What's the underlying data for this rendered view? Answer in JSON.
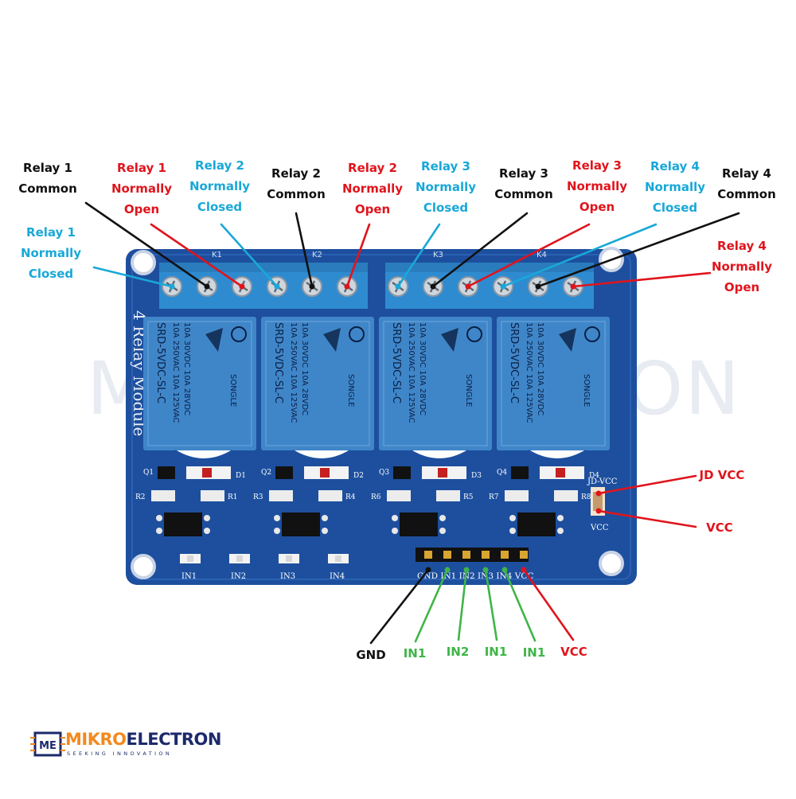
{
  "labels": {
    "relay1_common": [
      "Relay 1",
      "Common"
    ],
    "relay1_no": [
      "Relay 1",
      "Normally",
      "Open"
    ],
    "relay2_nc": [
      "Relay 2",
      "Normally",
      "Closed"
    ],
    "relay2_common": [
      "Relay 2",
      "Common"
    ],
    "relay2_no": [
      "Relay 2",
      "Normally",
      "Open"
    ],
    "relay3_nc": [
      "Relay 3",
      "Normally",
      "Closed"
    ],
    "relay3_common": [
      "Relay 3",
      "Common"
    ],
    "relay3_no": [
      "Relay 3",
      "Normally",
      "Open"
    ],
    "relay4_nc": [
      "Relay 4",
      "Normally",
      "Closed"
    ],
    "relay4_common": [
      "Relay 4",
      "Common"
    ],
    "relay1_nc": [
      "Relay 1",
      "Normally",
      "Closed"
    ],
    "relay4_no": [
      "Relay 4",
      "Normally",
      "Open"
    ],
    "jd_vcc": "JD VCC",
    "vcc_jumper": "VCC",
    "gnd": "GND",
    "in1_a": "IN1",
    "in2": "IN2",
    "in1_b": "IN1",
    "in1_c": "IN1",
    "vcc_pin": "VCC"
  },
  "board": {
    "title": "4 Relay Module",
    "terminal_labels": [
      "K1",
      "K2",
      "K3",
      "K4"
    ],
    "relay_part": "SRD-5VDC-SL-C",
    "relay_rating_1": "10A 250VAC 10A 125VAC",
    "relay_rating_2": "10A 30VDC 10A 28VDC",
    "relay_brand": "SONGLE",
    "transistor_labels": [
      "Q1",
      "Q2",
      "Q3",
      "Q4"
    ],
    "diode_labels": [
      "D1",
      "D2",
      "D3",
      "D4"
    ],
    "resistor_labels": [
      "R2",
      "R1",
      "R3",
      "R4",
      "R6",
      "R5",
      "R7",
      "R8"
    ],
    "led_labels": [
      "IN1",
      "IN2",
      "IN3",
      "IN4"
    ],
    "header_pins": [
      "GND",
      "IN1",
      "IN2",
      "IN3",
      "IN4",
      "VCC"
    ],
    "jumper_labels": [
      "JD-VCC",
      "VCC"
    ]
  },
  "watermark": "MIKROELECTRON",
  "logo": {
    "mark": "ME",
    "word_accent": "MIKRO",
    "word_main": "ELECTRON",
    "tagline": "SEEKING INNOVATION"
  },
  "colors": {
    "board": "#1d4f9e",
    "terminal": "#2f8bd0",
    "relay_body": "#3f86c9",
    "label_black": "#111111",
    "label_red": "#e0141c",
    "label_blue": "#19a8d8",
    "label_green": "#3fb548",
    "logo_navy": "#1c2a6b",
    "logo_orange": "#f28a1e"
  }
}
